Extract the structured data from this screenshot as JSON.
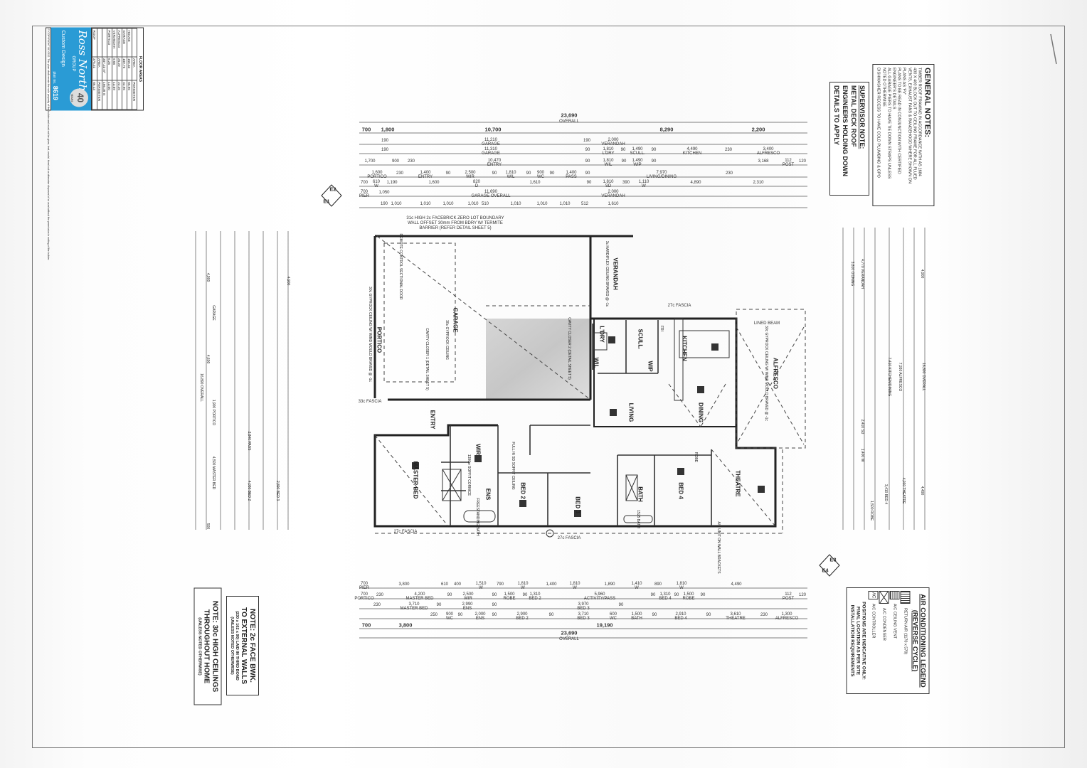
{
  "title_block": {
    "brand": "Ross North",
    "group": "GROUP",
    "badge": "40",
    "badge_sub": "YEARS",
    "product": "Custom Design",
    "plan_label": "plan no.",
    "plan_no": "8619",
    "copyright": "© COPYRIGHT BC 0332. This plan shall remain the sole property of the builder and must not be given, lent, resold, hired out or otherwise disposed of or used without the permission in writing of the builder.",
    "floor_areas": {
      "title": "FLOOR AREAS",
      "headers": [
        "",
        "AREA",
        "PERIMETER"
      ],
      "rows": [
        [
          "HOUSE",
          "156.33",
          "85.96"
        ],
        [
          "GARAGE",
          "109.76",
          "42.96"
        ],
        [
          "ALFRESCO",
          "25.20",
          "22.26"
        ],
        [
          "VERANDAH",
          "9.68",
          "13.89"
        ],
        [
          "PORTICO",
          "6.26",
          "13.00"
        ]
      ],
      "total": [
        "",
        "307.23 m²",
        "166.28 m"
      ],
      "roof_headers": [
        "",
        "AREA",
        "PERIMETER"
      ],
      "roof": [
        "ROOF",
        "375.31",
        "86.13"
      ]
    }
  },
  "general_notes": {
    "title": "GENERAL NOTES:",
    "lines": [
      "TIMBER ROOF FRAMING IN ACCORDANCE WITH AS 1684",
      "400 x 400 BLOCK OUT TO CEILING FRAME FOR ALL FLUED",
      "VENTS, EXHAUST FANS & RANGEHOOD WHERE SHOWN ON",
      "PLANS AS 'FV'",
      "PLANS TO BE READ IN CONJUNCTION WITH CERTIFIED",
      "ENGINEER'S DETAILS",
      "ALL GARAGE PIERS TO HAVE TIE DOWN STRAPS UNLESS",
      "NOTED OTHERWISE",
      "DISHWASHER RECESS TO HAVE COLD PLUMBING & GPO"
    ]
  },
  "supervisor_note": {
    "title": "SUPERVISOR NOTE:",
    "lines": [
      "METAL DECK ROOF",
      "ENGINEERS HOLDING DOWN",
      "DETAILS TO APPLY"
    ]
  },
  "ac_legend": {
    "title": "AIR CONDITIONING LEGEND",
    "subtitle": "(REVERSE CYCLE)",
    "items": [
      {
        "symbol": "return-air-grille",
        "label": "RETURN AIR (1170 x 570)"
      },
      {
        "symbol": "ceiling-vent",
        "label": "A/C CEILING VENT"
      },
      {
        "symbol": "condenser",
        "label": "A/C CONDENSER"
      },
      {
        "symbol": "controller",
        "label": "A/C CONTROLLER",
        "code": "AC"
      }
    ],
    "footer": [
      "POSITIONS ARE INDICATIVE ONLY:",
      "FINAL LOCATION AS PER SITE",
      "INSTALLATION REQUIREMENTS"
    ]
  },
  "notes": {
    "brick": {
      "lines": [
        "NOTE: 2c FACE BWK.",
        "TO EXTERNAL WALLS"
      ],
      "sub": [
        "(230 x 162 x 90) LAID IN THIRD BOND",
        "(UNLESS NOTED OTHERWISE)"
      ]
    },
    "ceiling": {
      "lines": [
        "NOTE: 30c HIGH CEILINGS",
        "THROUGHOUT HOME"
      ],
      "sub": [
        "(UNLESS NOTED OTHERWISE)"
      ]
    }
  },
  "rooms": {
    "portico": "PORTICO",
    "garage": "GARAGE",
    "entry": "ENTRY",
    "master_bed": "MASTER BED",
    "wir": "WIR",
    "ens": "ENS",
    "bed2": "BED 2",
    "bed3": "BED 3",
    "verandah": "VERANDAH",
    "ldry": "L'DRY",
    "scull": "SCULL.",
    "kitchen": "KITCHEN",
    "wip": "WIP",
    "wil": "WIL",
    "living": "LIVING",
    "dining": "DINING",
    "alfresco": "ALFRESCO",
    "bed4": "BED 4",
    "bath": "BATH",
    "theatre": "THEATRE",
    "freestanding_bath": "FREESTANDING BATH",
    "bath_1525": "1525 BATH",
    "robe": "ROBE",
    "fri": "FRI"
  },
  "annotations": {
    "boundary_wall": [
      "31c HIGH 2c FACEBRICK ZERO LOT BOUNDARY",
      "WALL OFFSET 30mm FROM BDRY W/ TERMITE",
      "BARRIER (REFER DETAIL SHEET 5)"
    ],
    "fascia_27c": "27c FASCIA",
    "fascia_33c": "33c FASCIA",
    "lined_beam": "LINED BEAM",
    "garage_ceiling": "30c GYPROCK CEILING",
    "portico_ceiling": "30c GYPROCK CEILING W/ WIND MOULD BRAVED @ -1c",
    "alfresco_ceiling": "30c GYPROCK CEILING W/ WIND MOULD BRAVED @ -1c",
    "verandah_ceiling": "3c HARDIFLEX CEILING BRAVED @ -1c",
    "remote_door": "REMOTE CONTROL SECTIONAL DOOR",
    "cavity_closer_1": "CAVITY CLOSER 1 (DETAIL SHEET 5)",
    "cavity_closer_2": "CAVITY CLOSER 2 (DETAIL SHEET 5)",
    "soffit_ceiling": "FULL Ht SD SOFFIT CEILING",
    "soffit_cornice": "1390w SOFFIT CORNICE",
    "ac_unit": "A/C UNIT ON WALL BRACKETS",
    "elev_e1": "E1",
    "elev_e2": "E2",
    "elev_e3": "E3",
    "elev_e4": "E4"
  },
  "dimensions": {
    "top": [
      [
        "23,690",
        "OVERALL"
      ],
      [
        "700",
        "1,800",
        "10,700",
        "8,290",
        "2,200"
      ],
      [
        "190",
        "11,210 GARAGE",
        "190",
        "2,000 VERANDAH"
      ],
      [
        "190",
        "11,310 GARAGE",
        "90",
        "1,810 L'DRY",
        "90",
        "1,490 SCULL.",
        "90",
        "4,490 KITCHEN",
        "230",
        "3,400 ALFRESCO"
      ],
      [
        "1,700",
        "900",
        "230",
        "10,470 ENTRY",
        "90",
        "1,810 WIL",
        "90",
        "1,490 WIP",
        "90",
        "3,168",
        "112 POST",
        "120"
      ],
      [
        "1,600 PORTICO",
        "230",
        "1,400 ENTRY",
        "90",
        "2,500 WIR",
        "90",
        "1,810 WIL",
        "90",
        "900 WC",
        "90",
        "1,400 PASS",
        "90",
        "7,970 LIVING/DINING",
        "230"
      ],
      [
        "700",
        "610 W",
        "1,190",
        "1,600",
        "820 D",
        "1,610",
        "90",
        "1,810 SD",
        "390",
        "1,110 W",
        "4,890",
        "2,310"
      ],
      [
        "700 PIER",
        "1,050",
        "11,690 GARAGE OVERALL",
        "2,000 VERANDAH"
      ],
      [
        "190",
        "1,010",
        "1,010",
        "1,010",
        "1,010",
        "510",
        "1,010",
        "1,010",
        "1,010",
        "512",
        "1,610"
      ]
    ],
    "bottom": [
      [
        "700 PIER",
        "3,800",
        "610",
        "400",
        "1,510 W",
        "790",
        "1,810 W",
        "1,400",
        "1,810 W",
        "1,890",
        "1,410 W",
        "890",
        "1,810 W",
        "4,490"
      ],
      [
        "700 PORTICO",
        "230",
        "4,200 MASTER BED",
        "90",
        "2,500 WIR",
        "90",
        "1,500 ROBE",
        "90",
        "1,310 BED 2",
        "5,960 ACTIVITY/PASS",
        "90",
        "1,310 BED 4",
        "90",
        "1,500 ROBE",
        "90",
        "112 POST",
        "120"
      ],
      [
        "230",
        "3,710 MASTER BED",
        "90",
        "2,990 ENS",
        "90",
        "3,970 BED 3",
        "90"
      ],
      [
        "250",
        "900 WC",
        "90",
        "2,000 ENS",
        "90",
        "2,900 BED 2",
        "90",
        "3,710 BED 3",
        "600 WC",
        "1,500 BATH",
        "90",
        "2,910 BED 4",
        "90",
        "3,610 THEATRE",
        "230",
        "1,300 ALFRESCO"
      ],
      [
        "700",
        "3,800",
        "19,190"
      ],
      [
        "23,690",
        "OVERALL"
      ]
    ],
    "left": [
      "16,890 OVERALL",
      "4,900",
      "4,600",
      "GARAGE",
      "4,900",
      "1,900 PORTICO",
      "4,500 MASTER BED",
      "4,030 BED 2",
      "2,840 PASS",
      "2,890 BED 3",
      "500"
    ],
    "right": [
      "16,890 OVERALL",
      "4,900",
      "4,490",
      "4,770 VERANDAH",
      "3,810 O'DNING",
      "7,930 ALFRESCO",
      "7,410 KITCHEN/DINING",
      "2,410 SD",
      "1,400 W",
      "4,030 THEATRE",
      "3,410 BED 4",
      "1,500 ROBE"
    ]
  }
}
